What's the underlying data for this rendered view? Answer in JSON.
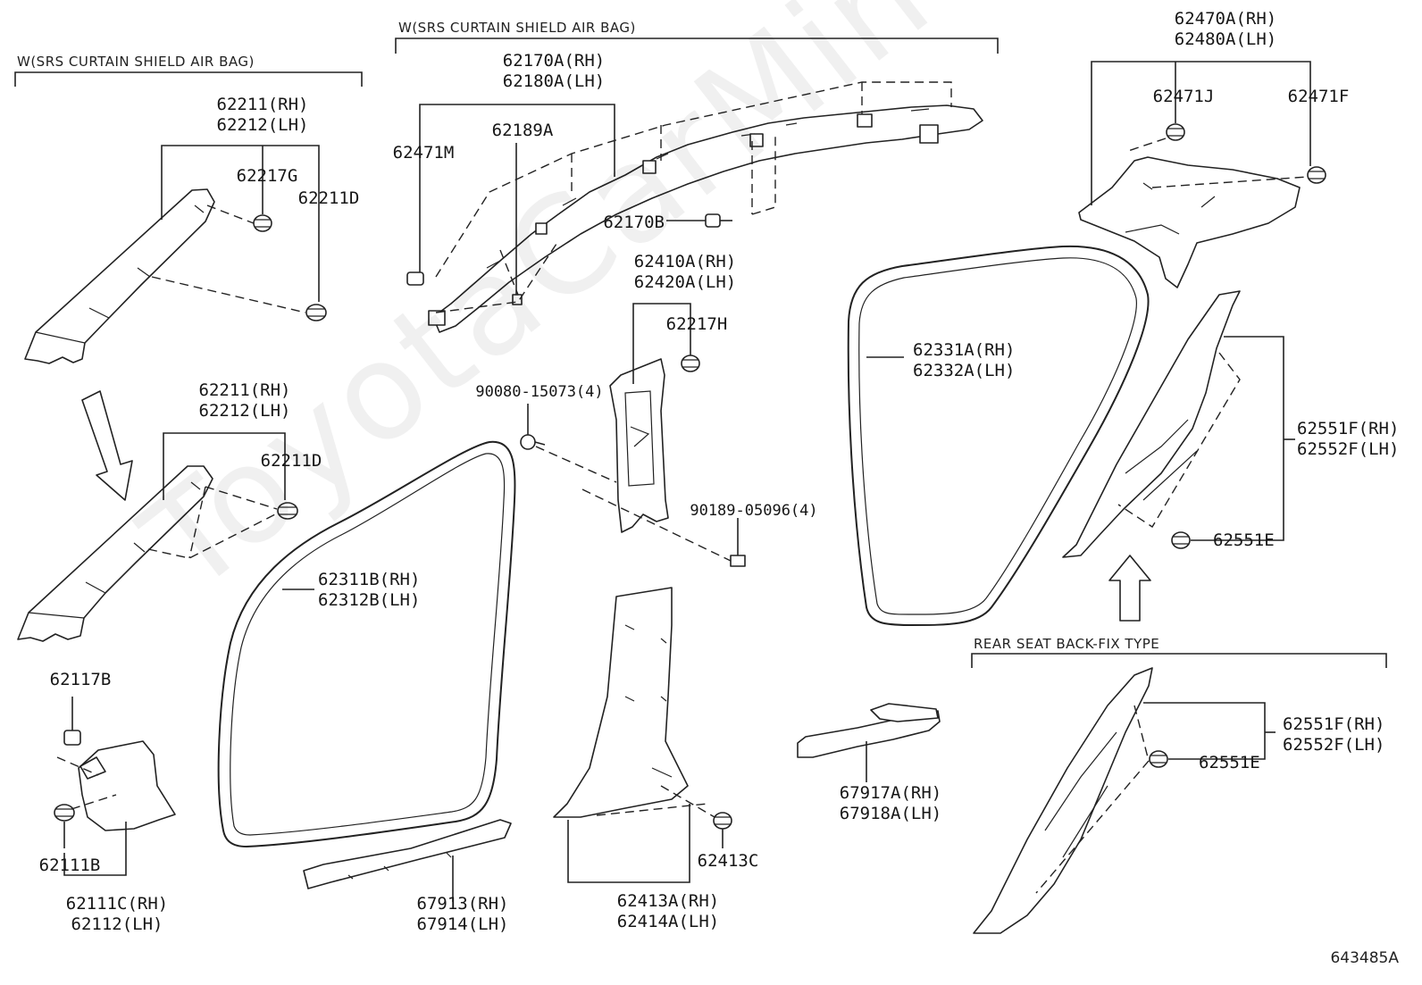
{
  "sections": {
    "curtain_left": "W(SRS CURTAIN SHIELD AIR BAG)",
    "curtain_top": "W(SRS CURTAIN SHIELD AIR BAG)",
    "rear_seat": "REAR SEAT BACK-FIX TYPE"
  },
  "labels": {
    "p62211_rh_a": "62211(RH)",
    "p62212_lh_a": "62212(LH)",
    "p62217g": "62217G",
    "p62211d_a": "62211D",
    "p62211_rh_b": "62211(RH)",
    "p62212_lh_b": "62212(LH)",
    "p62211d_b": "62211D",
    "p62170a_rh": "62170A(RH)",
    "p62180a_lh": "62180A(LH)",
    "p62189a": "62189A",
    "p62471m": "62471M",
    "p62170b": "62170B",
    "p62410a_rh": "62410A(RH)",
    "p62420a_lh": "62420A(LH)",
    "p62217h": "62217H",
    "p90080": "90080-15073(4)",
    "p90189": "90189-05096(4)",
    "p62311b_rh": "62311B(RH)",
    "p62312b_lh": "62312B(LH)",
    "p62331a_rh": "62331A(RH)",
    "p62332a_lh": "62332A(LH)",
    "p62470a_rh": "62470A(RH)",
    "p62480a_lh": "62480A(LH)",
    "p62471j": "62471J",
    "p62471f": "62471F",
    "p62551f_rh_a": "62551F(RH)",
    "p62552f_lh_a": "62552F(LH)",
    "p62551e_a": "62551E",
    "p62117b": "62117B",
    "p62111b": "62111B",
    "p62111c_rh": "62111C(RH)",
    "p62112_lh": "62112(LH)",
    "p67913_rh": "67913(RH)",
    "p67914_lh": "67914(LH)",
    "p62413c": "62413C",
    "p62413a_rh": "62413A(RH)",
    "p62414a_lh": "62414A(LH)",
    "p67917a_rh": "67917A(RH)",
    "p67918a_lh": "67918A(LH)",
    "p62551f_rh_b": "62551F(RH)",
    "p62552f_lh_b": "62552F(LH)",
    "p62551e_b": "62551E"
  },
  "diagram_id": "643485A",
  "watermark": "ToyotaCarMiner.ru"
}
